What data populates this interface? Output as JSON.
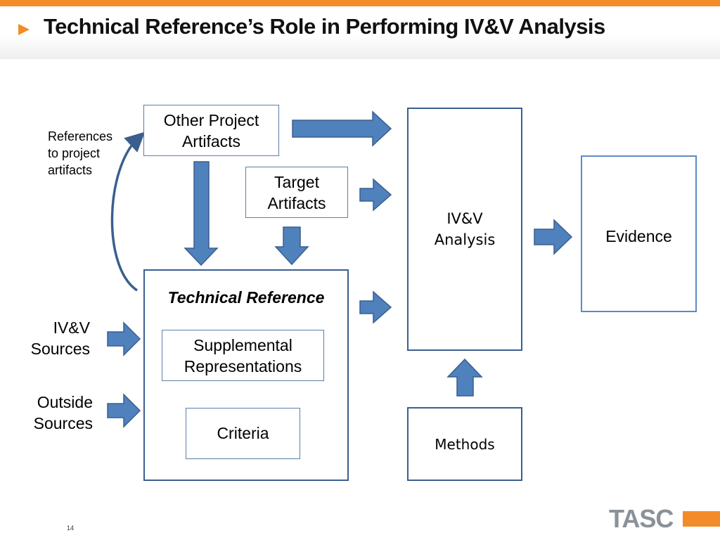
{
  "slide": {
    "title": "Technical Reference’s Role in Performing IV&V Analysis",
    "page_number": "14",
    "logo_text": "TASC"
  },
  "diagram": {
    "other_project_artifacts": "Other Project Artifacts",
    "target_artifacts": "Target Artifacts",
    "technical_reference": "Technical Reference",
    "supplemental_representations": "Supplemental Representations",
    "criteria": "Criteria",
    "ivv_analysis": "IV&V Analysis",
    "methods": "Methods",
    "evidence": "Evidence",
    "references_note": "References to project artifacts",
    "ivv_sources": "IV&V Sources",
    "outside_sources": "Outside Sources"
  },
  "colors": {
    "accent": "#f28c28",
    "arrow_fill": "#4f81bd",
    "arrow_stroke": "#3a5f8f",
    "box_border": "#3a5f8f"
  }
}
